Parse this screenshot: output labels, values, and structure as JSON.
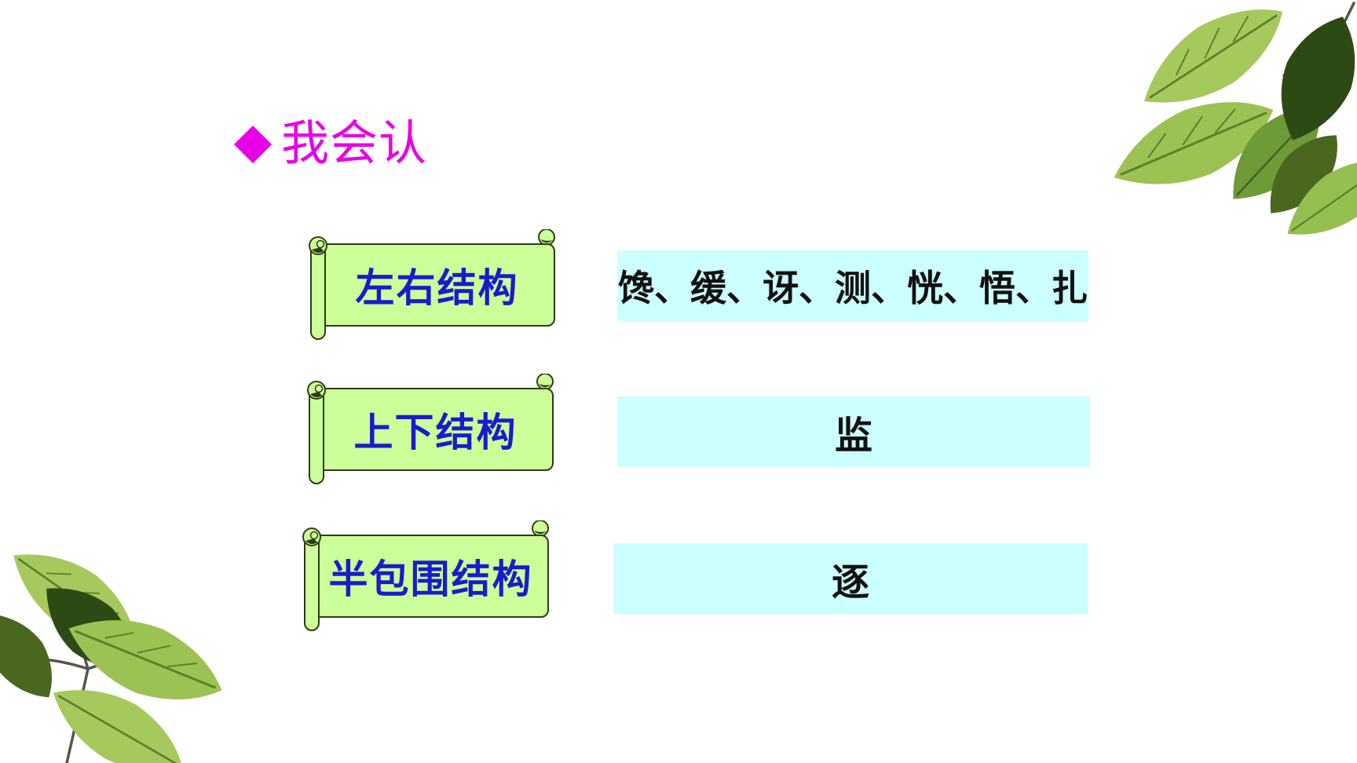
{
  "title": {
    "bullet_icon": "diamond-icon",
    "text": "我会认",
    "color": "#e800e8"
  },
  "rows": [
    {
      "label": "左右结构",
      "characters": "馋、缓、讶、测、恍、悟、扎"
    },
    {
      "label": "上下结构",
      "characters": "监"
    },
    {
      "label": "半包围结构",
      "characters": "逐"
    }
  ],
  "colors": {
    "background": "#ffffff",
    "title_magenta": "#e800e8",
    "banner_fill": "#ccff99",
    "banner_outline": "#2e3b17",
    "banner_text_blue": "#1b1bcb",
    "box_fill": "#ccffff",
    "box_text": "#111111",
    "leaf_light": "#a5c95c",
    "leaf_mid": "#6f9a38",
    "leaf_dark": "#2d4a14"
  },
  "decorations": {
    "top_right": "leaf-branch",
    "bottom_left": "leaf-branch"
  }
}
